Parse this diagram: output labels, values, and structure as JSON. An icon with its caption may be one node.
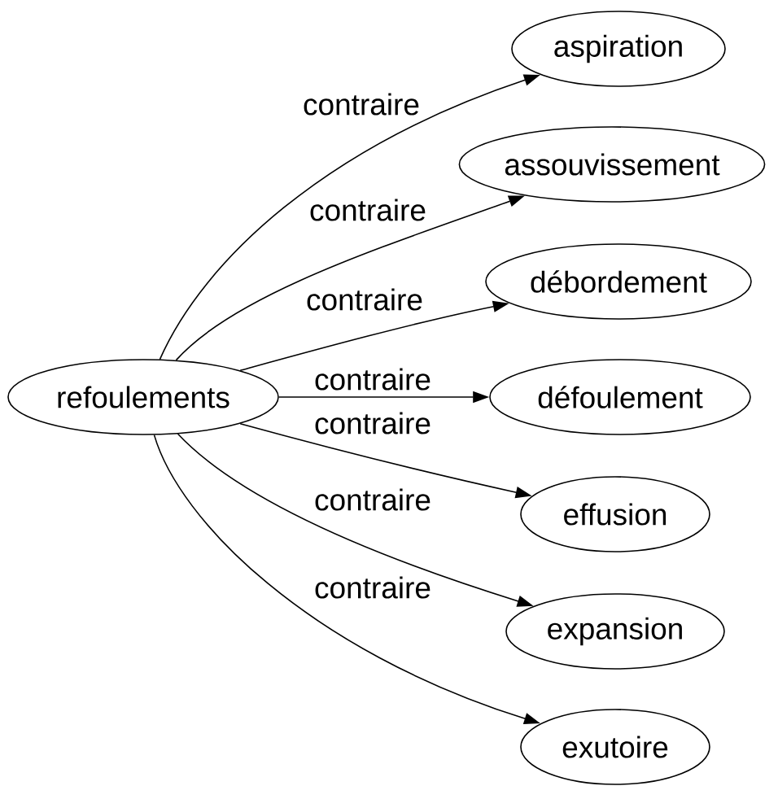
{
  "diagram": {
    "nodes": [
      {
        "text": [
          "refoulements"
        ]
      },
      {
        "text": [
          "aspiration"
        ]
      },
      {
        "text": [
          "assouvissement"
        ]
      },
      {
        "text": [
          "débordement"
        ]
      },
      {
        "text": [
          "défoulement"
        ]
      },
      {
        "text": [
          "effusion"
        ]
      },
      {
        "text": [
          "expansion"
        ]
      },
      {
        "text": [
          "exutoire"
        ]
      }
    ],
    "edges": [
      {
        "from": 0,
        "to": 1,
        "arrow": "to",
        "label": "contraire"
      },
      {
        "from": 0,
        "to": 2,
        "arrow": "to",
        "label": "contraire"
      },
      {
        "from": 0,
        "to": 3,
        "arrow": "to",
        "label": "contraire"
      },
      {
        "from": 0,
        "to": 4,
        "arrow": "to",
        "label": "contraire"
      },
      {
        "from": 0,
        "to": 5,
        "arrow": "to",
        "label": "contraire"
      },
      {
        "from": 0,
        "to": 6,
        "arrow": "to",
        "label": "contraire"
      },
      {
        "from": 0,
        "to": 7,
        "arrow": "to",
        "label": "contraire"
      }
    ]
  }
}
